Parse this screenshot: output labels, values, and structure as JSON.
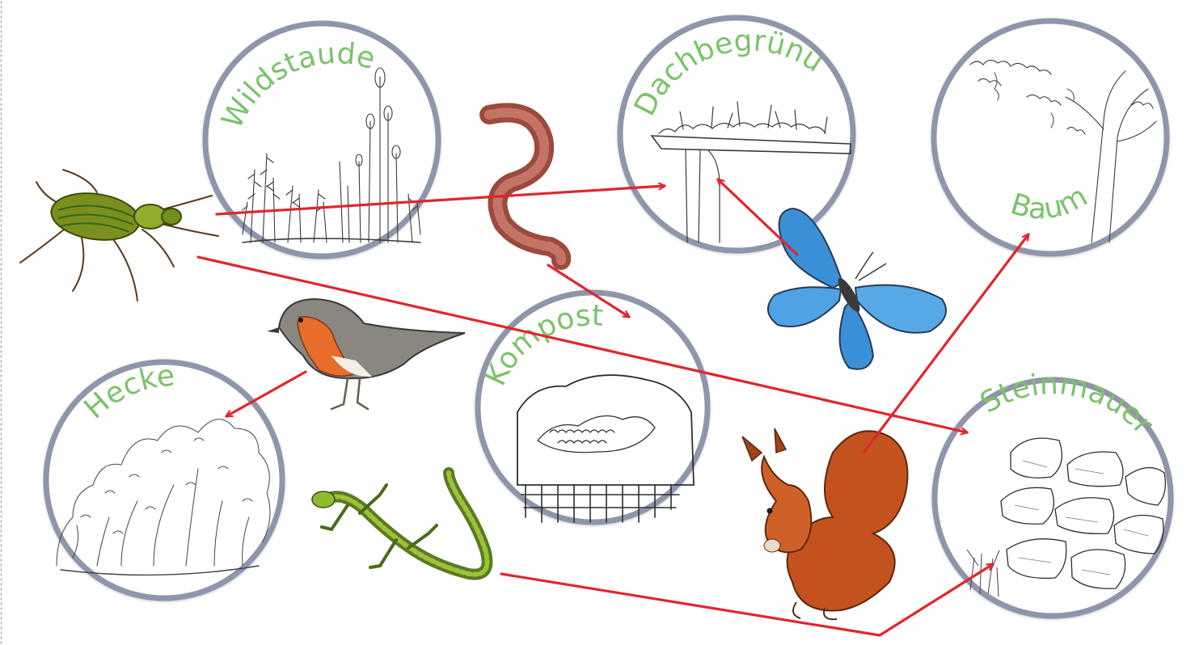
{
  "diagram": {
    "habitats": [
      {
        "id": "wildstauden",
        "label": "Wildstauden"
      },
      {
        "id": "dachbegruenung",
        "label": "Dachbegrünung"
      },
      {
        "id": "baum",
        "label": "Baum"
      },
      {
        "id": "kompost",
        "label": "Kompost"
      },
      {
        "id": "hecke",
        "label": "Hecke"
      },
      {
        "id": "steinmauer",
        "label": "Steinmauer"
      }
    ],
    "animals": [
      {
        "id": "beetle",
        "icon": "ground-beetle-icon"
      },
      {
        "id": "earthworm",
        "icon": "earthworm-icon"
      },
      {
        "id": "butterfly",
        "icon": "blue-butterfly-icon"
      },
      {
        "id": "robin",
        "icon": "robin-icon"
      },
      {
        "id": "lizard",
        "icon": "lizard-icon"
      },
      {
        "id": "squirrel",
        "icon": "squirrel-icon"
      }
    ],
    "connections": [
      {
        "from": "beetle",
        "to": "dachbegruenung"
      },
      {
        "from": "beetle",
        "to": "steinmauer"
      },
      {
        "from": "earthworm",
        "to": "kompost"
      },
      {
        "from": "butterfly",
        "to": "dachbegruenung"
      },
      {
        "from": "robin",
        "to": "hecke"
      },
      {
        "from": "squirrel",
        "to": "baum"
      },
      {
        "from": "lizard",
        "to": "steinmauer"
      }
    ],
    "colors": {
      "label_green": "#7ac36a",
      "arrow_red": "#e0262c",
      "circle_border": "#8f95aa"
    }
  }
}
